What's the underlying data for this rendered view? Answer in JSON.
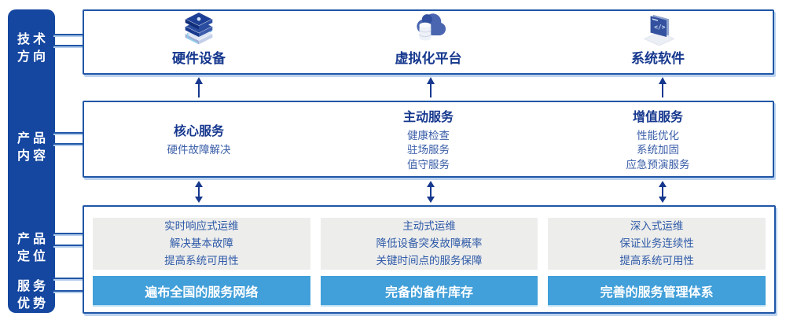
{
  "colors": {
    "sidebar_bg": "#1547A0",
    "box_border": "#2056A6",
    "heading_text": "#16388E",
    "item_text": "#3A5EA8",
    "gray_box_bg": "#EDEDEB",
    "gray_box_text": "#2E5AA8",
    "advantage_bar_bg": "#419FD9",
    "advantage_bar_text": "#FFFFFF",
    "arrow": "#16388E"
  },
  "sidebar": {
    "labels": [
      {
        "line1": "技术",
        "line2": "方向"
      },
      {
        "line1": "产品",
        "line2": "内容"
      },
      {
        "line1": "产品",
        "line2": "定位"
      },
      {
        "line1": "服务",
        "line2": "优势"
      }
    ]
  },
  "tech_row": {
    "items": [
      {
        "icon": "server-stack-icon",
        "label": "硬件设备"
      },
      {
        "icon": "cloud-database-icon",
        "label": "虚拟化平台"
      },
      {
        "icon": "software-window-icon",
        "label": "系统软件"
      }
    ]
  },
  "content_row": {
    "columns": [
      {
        "heading": "核心服务",
        "items": [
          "硬件故障解决"
        ]
      },
      {
        "heading": "主动服务",
        "items": [
          "健康检查",
          "驻场服务",
          "值守服务"
        ]
      },
      {
        "heading": "增值服务",
        "items": [
          "性能优化",
          "系统加固",
          "应急预演服务"
        ]
      }
    ]
  },
  "bottom_row": {
    "columns": [
      {
        "positioning": [
          "实时响应式运维",
          "解决基本故障",
          "提高系统可用性"
        ],
        "advantage": "遍布全国的服务网络"
      },
      {
        "positioning": [
          "主动式运维",
          "降低设备突发故障概率",
          "关键时间点的服务保障"
        ],
        "advantage": "完备的备件库存"
      },
      {
        "positioning": [
          "深入式运维",
          "保证业务连续性",
          "提高系统可用性"
        ],
        "advantage": "完善的服务管理体系"
      }
    ]
  }
}
